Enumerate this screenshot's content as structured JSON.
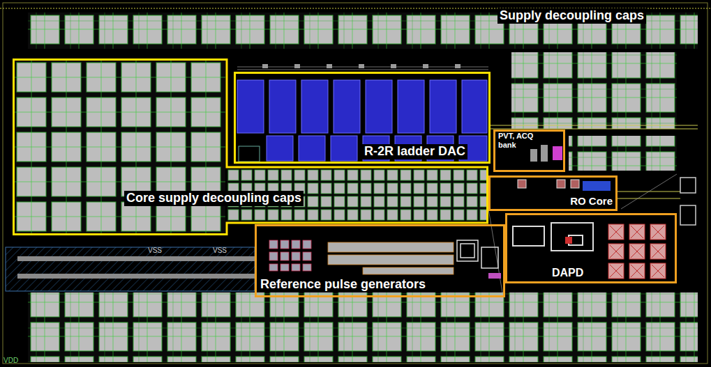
{
  "diagram": {
    "nodes": [
      {
        "text": [
          "Core supply decoupling caps"
        ]
      },
      {
        "text": [
          "R-2R ladder DAC"
        ]
      },
      {
        "text": [
          "PVT, ACQ bank"
        ]
      },
      {
        "text": [
          "RO Core"
        ]
      },
      {
        "text": [
          "Reference pulse generators"
        ]
      },
      {
        "text": [
          "DAPD"
        ]
      }
    ],
    "labels": [
      "Supply decoupling caps",
      "VSS",
      "VSS",
      "VDD"
    ]
  }
}
